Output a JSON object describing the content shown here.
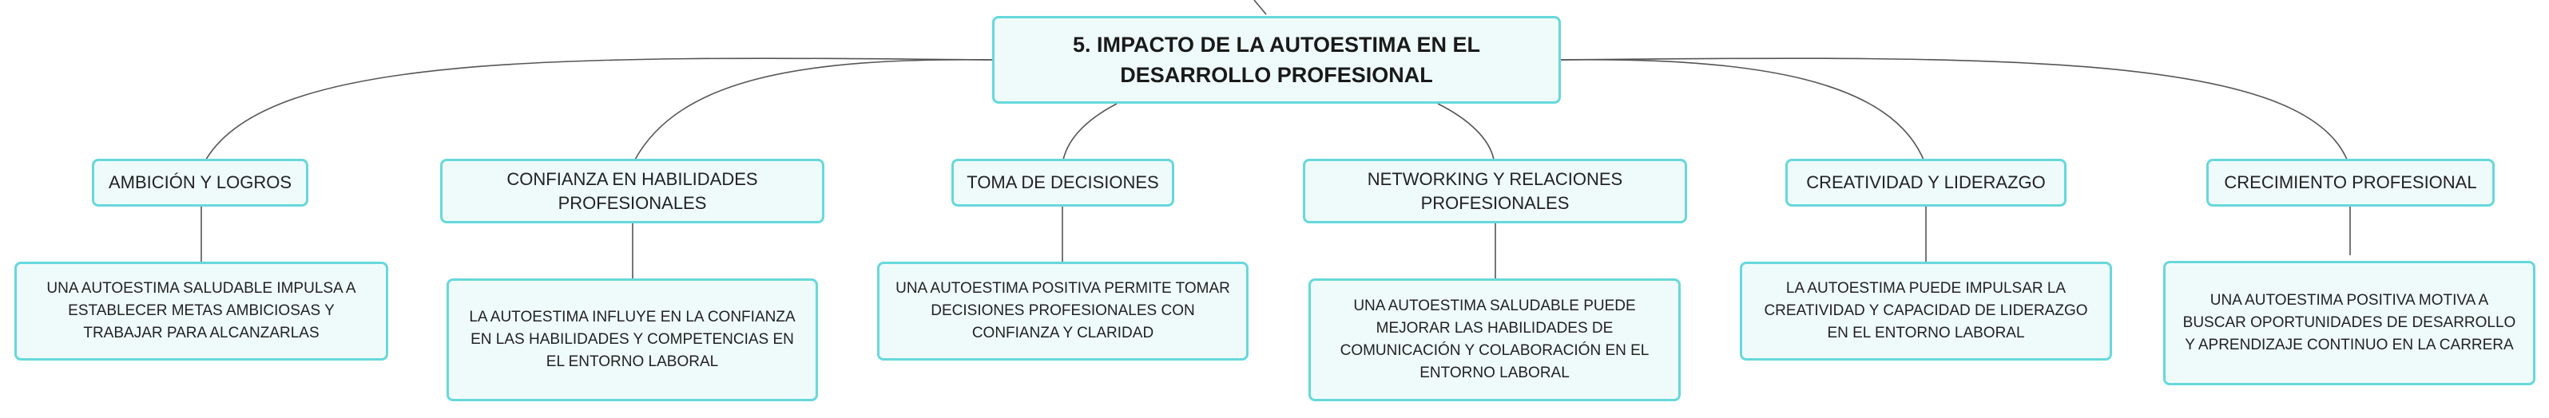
{
  "root": {
    "title": "5. IMPACTO DE LA AUTOESTIMA EN EL DESARROLLO PROFESIONAL"
  },
  "topics": [
    {
      "label": "AMBICIÓN Y LOGROS",
      "detail": "UNA AUTOESTIMA SALUDABLE IMPULSA A ESTABLECER METAS AMBICIOSAS Y TRABAJAR PARA ALCANZARLAS"
    },
    {
      "label": "CONFIANZA EN HABILIDADES PROFESIONALES",
      "detail": "LA AUTOESTIMA INFLUYE EN LA CONFIANZA EN LAS HABILIDADES Y COMPETENCIAS EN EL ENTORNO LABORAL"
    },
    {
      "label": "TOMA DE DECISIONES",
      "detail": "UNA AUTOESTIMA POSITIVA PERMITE TOMAR DECISIONES PROFESIONALES CON CONFIANZA Y CLARIDAD"
    },
    {
      "label": "NETWORKING Y RELACIONES PROFESIONALES",
      "detail": "UNA AUTOESTIMA SALUDABLE PUEDE MEJORAR LAS HABILIDADES DE COMUNICACIÓN Y COLABORACIÓN EN EL ENTORNO LABORAL"
    },
    {
      "label": "CREATIVIDAD Y LIDERAZGO",
      "detail": "LA AUTOESTIMA PUEDE IMPULSAR LA CREATIVIDAD Y CAPACIDAD DE LIDERAZGO EN EL ENTORNO LABORAL"
    },
    {
      "label": "CRECIMIENTO PROFESIONAL",
      "detail": "UNA AUTOESTIMA POSITIVA MOTIVA A BUSCAR OPORTUNIDADES DE DESARROLLO Y APRENDIZAJE CONTINUO EN LA CARRERA"
    }
  ],
  "colors": {
    "node_border": "#67d8dc",
    "node_fill": "#effbfb",
    "connector": "#555555"
  }
}
